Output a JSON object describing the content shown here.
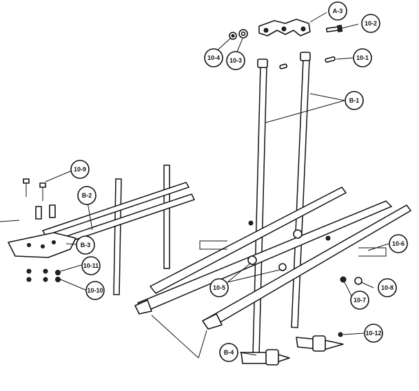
{
  "diagram": {
    "labels": {
      "a3": "A-3",
      "p10_2": "10-2",
      "p10_4": "10-4",
      "p10_3": "10-3",
      "p10_1": "10-1",
      "b1": "B-1",
      "p10_9": "10-9",
      "b2": "B-2",
      "b3": "B-3",
      "p10_11": "10-11",
      "p10_10": "10-10",
      "p10_6": "10-6",
      "p10_5": "10-5",
      "p10_8": "10-8",
      "p10_7": "10-7",
      "p10_12": "10-12",
      "b4": "B-4"
    }
  }
}
